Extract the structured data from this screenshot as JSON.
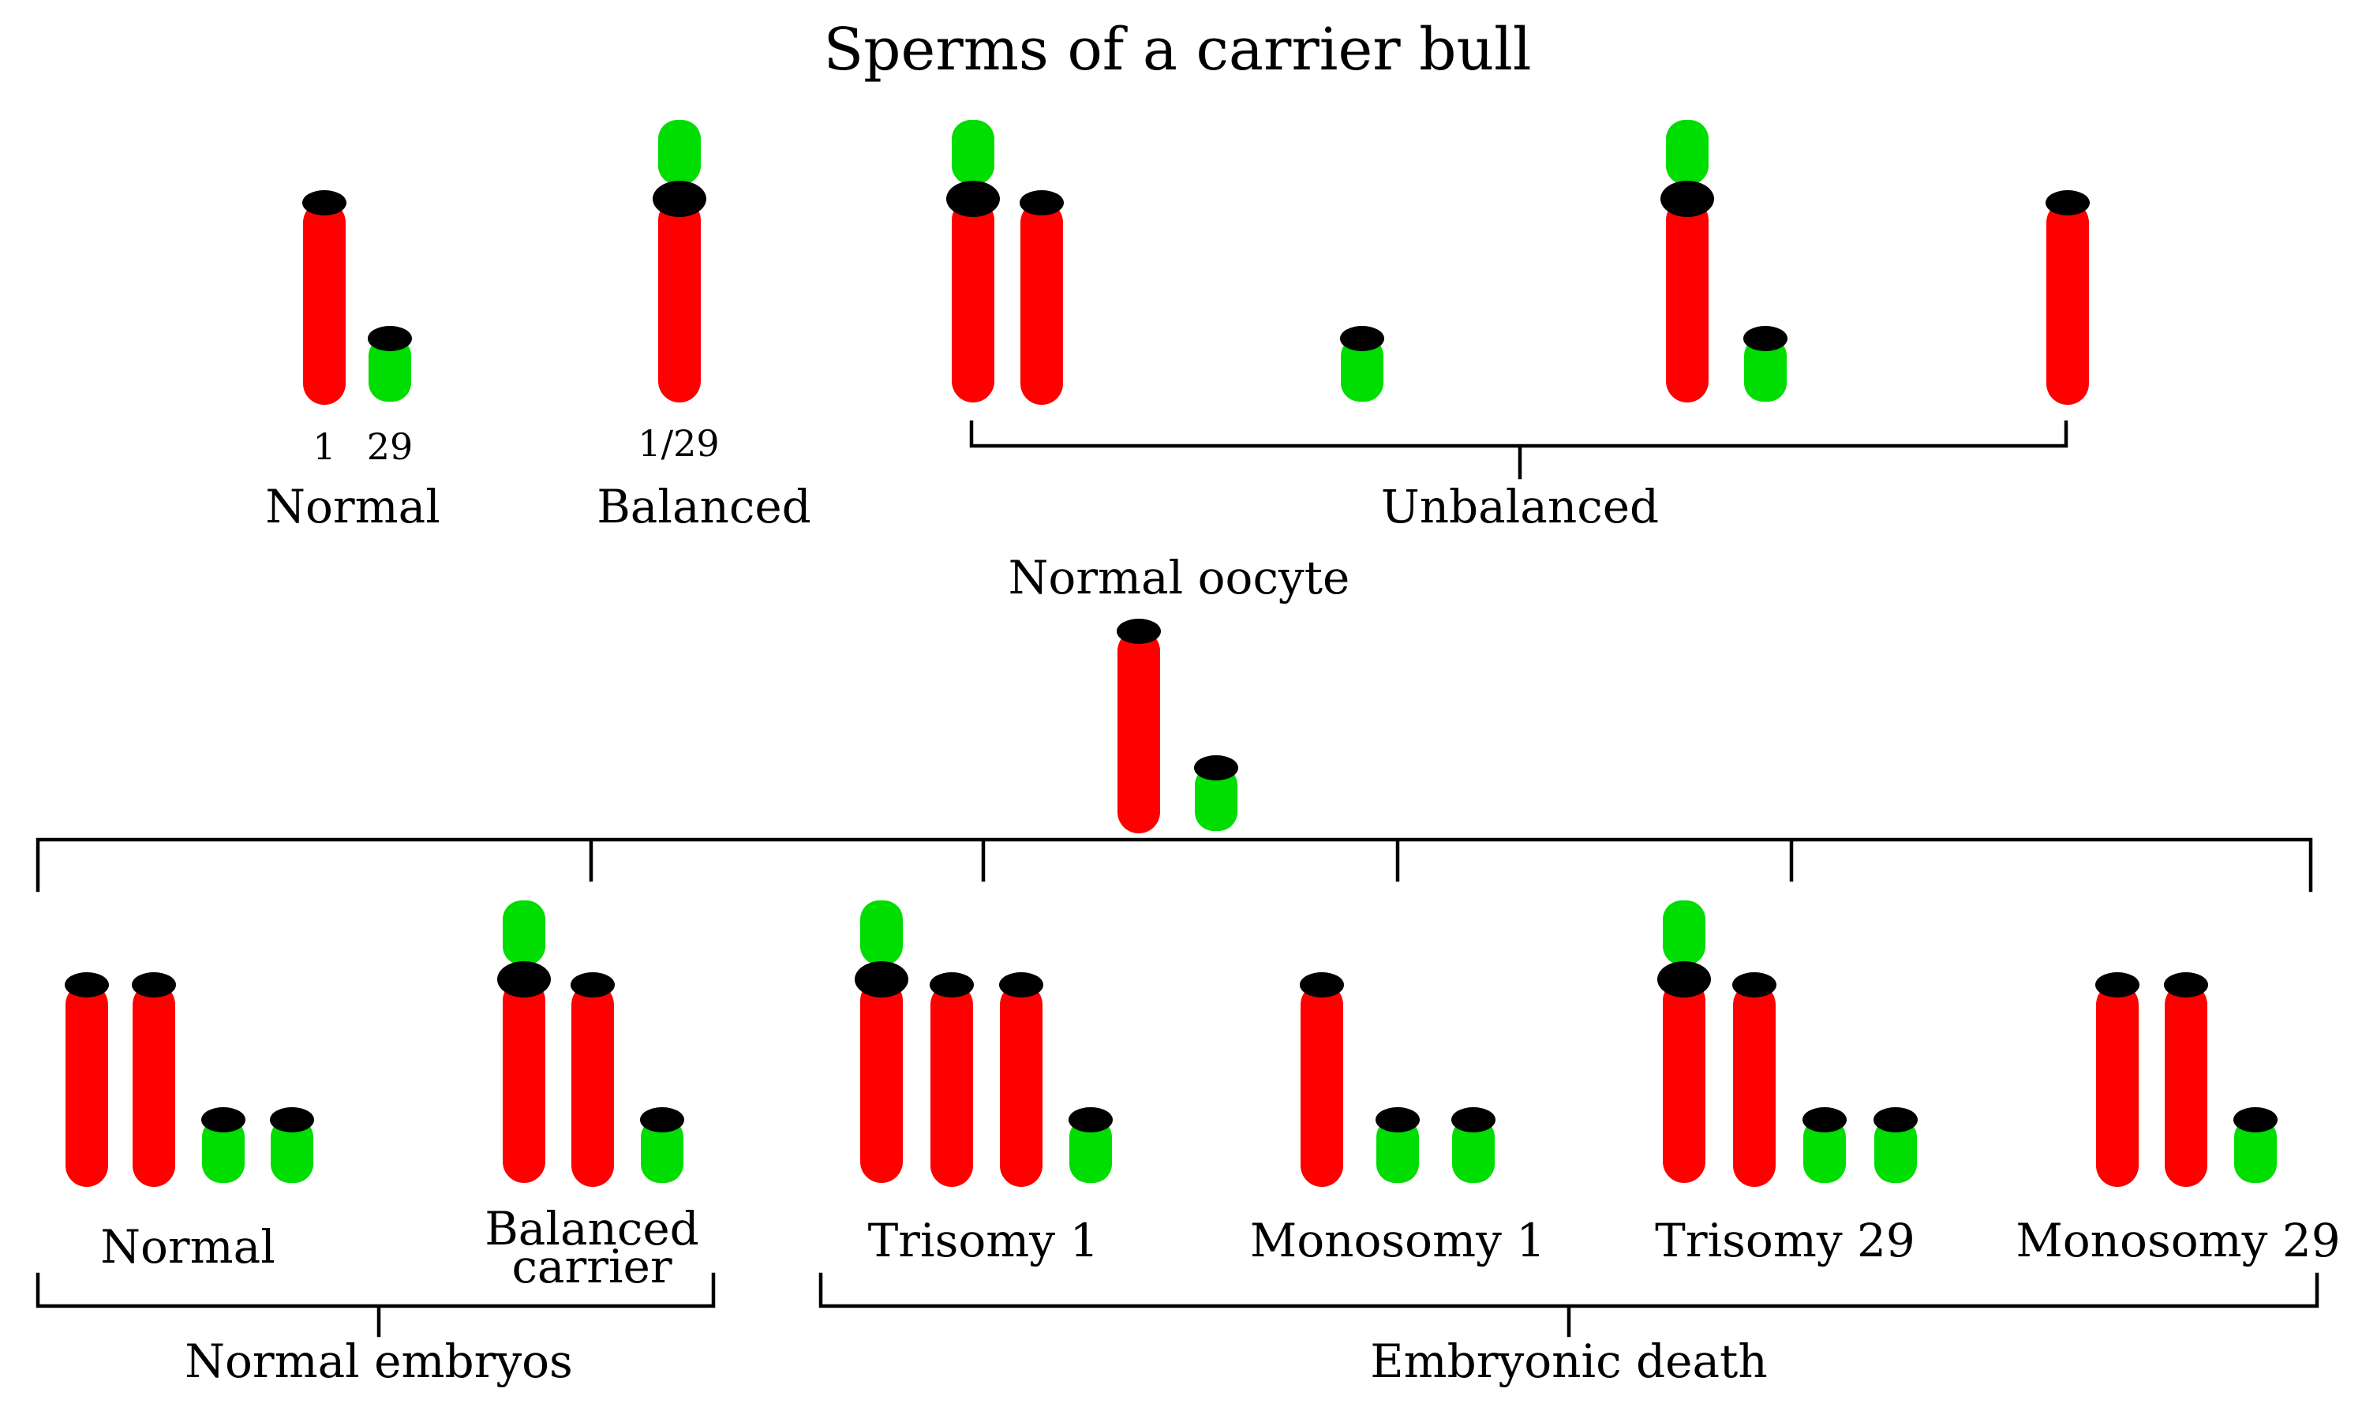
{
  "title": "Sperms of a carrier bull",
  "colors": {
    "chromosome_1": "#ff0000",
    "chromosome_29": "#00dd00",
    "centromere": "#000000",
    "connector": "#000000",
    "background": "#ffffff"
  },
  "sperm": {
    "normal": {
      "label": "Normal",
      "chr1_label": "1",
      "chr29_label": "29"
    },
    "balanced": {
      "label": "Balanced",
      "fusion_label": "1/29"
    },
    "unbalanced": {
      "label": "Unbalanced"
    }
  },
  "oocyte": {
    "label": "Normal oocyte"
  },
  "embryos": {
    "normal": {
      "label": "Normal"
    },
    "balanced_carrier": {
      "line1": "Balanced",
      "line2": "carrier"
    },
    "trisomy_1": {
      "label": "Trisomy 1"
    },
    "monosomy_1": {
      "label": "Monosomy 1"
    },
    "trisomy_29": {
      "label": "Trisomy 29"
    },
    "monosomy_29": {
      "label": "Monosomy 29"
    }
  },
  "outcomes": {
    "normal_embryos": "Normal embryos",
    "embryonic_death": "Embryonic death"
  }
}
